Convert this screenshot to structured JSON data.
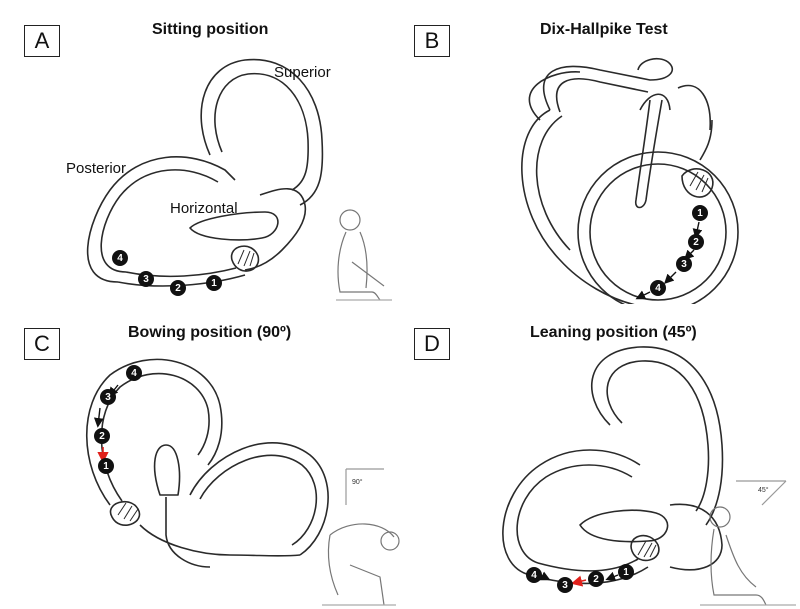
{
  "panels": {
    "a": {
      "letter": "A",
      "title": "Sitting position",
      "labels": {
        "superior": "Superior",
        "posterior": "Posterior",
        "horizontal": "Horizontal"
      },
      "positions": [
        "1",
        "2",
        "3",
        "4"
      ]
    },
    "b": {
      "letter": "B",
      "title": "Dix-Hallpike Test",
      "positions": [
        "1",
        "2",
        "3",
        "4"
      ]
    },
    "c": {
      "letter": "C",
      "title": "Bowing position (90º)",
      "angle": "90°",
      "positions": [
        "1",
        "2",
        "3",
        "4"
      ]
    },
    "d": {
      "letter": "D",
      "title": "Leaning position (45º)",
      "angle": "45°",
      "positions": [
        "1",
        "2",
        "3",
        "4"
      ]
    }
  },
  "colors": {
    "outline": "#2a2a2a",
    "canal_fill": "#ffffff",
    "dot": "#111111",
    "highlight_arrow": "#e0201b"
  }
}
